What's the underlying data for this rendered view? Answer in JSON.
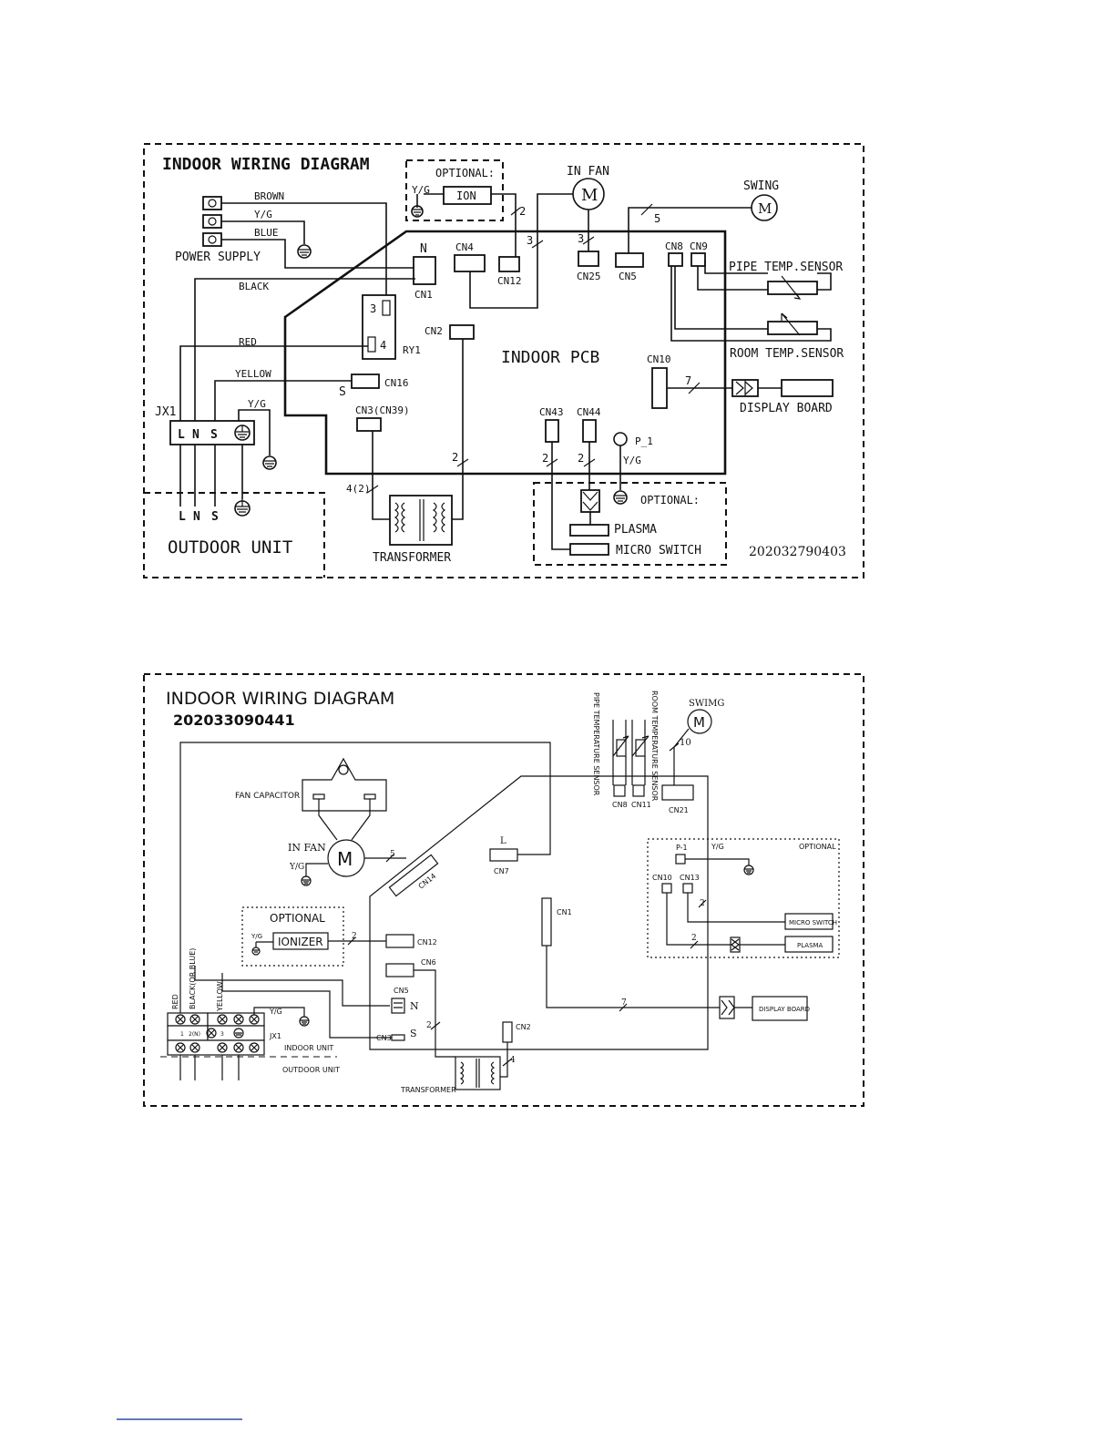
{
  "d1": {
    "title": "INDOOR WIRING DIAGRAM",
    "optional_top": "OPTIONAL:",
    "yg": "Y/G",
    "ion": "ION",
    "in_fan": "IN FAN",
    "swing": "SWING",
    "motor": "M",
    "brown": "BROWN",
    "blue": "BLUE",
    "black": "BLACK",
    "red": "RED",
    "yellow": "YELLOW",
    "power_supply": "POWER SUPPLY",
    "n": "N",
    "s": "S",
    "cn1": "CN1",
    "cn4": "CN4",
    "cn12": "CN12",
    "cn25": "CN25",
    "cn5": "CN5",
    "cn8": "CN8",
    "cn9": "CN9",
    "cn2": "CN2",
    "cn16": "CN16",
    "cn3": "CN3(CN39)",
    "cn10": "CN10",
    "cn43": "CN43",
    "cn44": "CN44",
    "ry1": "RY1",
    "relay3": "3",
    "relay4": "4",
    "pipe_sensor": "PIPE TEMP.SENSOR",
    "room_sensor": "ROOM TEMP.SENSOR",
    "indoor_pcb": "INDOOR PCB",
    "display_board": "DISPLAY BOARD",
    "jx1": "JX1",
    "term_l": "L",
    "term_n": "N",
    "term_s": "S",
    "p1": "P_1",
    "optional_bottom": "OPTIONAL:",
    "plasma": "PLASMA",
    "micro_switch": "MICRO SWITCH",
    "outdoor_unit": "OUTDOOR UNIT",
    "transformer": "TRANSFORMER",
    "code": "202032790403",
    "n2": "2",
    "n3": "3",
    "n5": "5",
    "n7": "7",
    "n42": "4(2)"
  },
  "d2": {
    "title": "INDOOR WIRING DIAGRAM",
    "code": "202033090441",
    "pipe_sensor": "PIPE TEMPERATURE SENSOR",
    "room_sensor": "ROOM TEMPERATURE SENSOR",
    "swing": "SWIMG",
    "motor": "M",
    "fan_capacitor": "FAN CAPACITOR",
    "in_fan": "IN FAN",
    "yg": "Y/G",
    "cn8": "CN8",
    "cn11": "CN11",
    "cn21": "CN21",
    "cn14": "CN14",
    "cn7": "CN7",
    "l": "L",
    "cn1": "CN1",
    "cn12": "CN12",
    "cn6": "CN6",
    "cn5": "CN5",
    "n": "N",
    "cn3": "CN3",
    "s": "S",
    "cn2": "CN2",
    "optional": "OPTIONAL",
    "ionizer": "IONIZER",
    "optional_right": "OPTIONAL",
    "p1": "P-1",
    "cn10": "CN10",
    "cn13": "CN13",
    "micro_switch": "MICRO SWITCH",
    "plasma": "PLASMA",
    "display_board": "DISPLAY BOARD",
    "red": "RED",
    "black_blue": "BLACK(OR BLUE)",
    "yellow": "YELLOW",
    "jx1": "JX1",
    "indoor_unit": "INDOOR UNIT",
    "outdoor_unit": "OUTDOOR UNIT",
    "transformer": "TRANSFORMER",
    "t1": "1",
    "t2": "2(N)",
    "t3": "3",
    "n2": "2",
    "n4": "4",
    "n5": "5",
    "n7": "7",
    "n10": "10"
  }
}
